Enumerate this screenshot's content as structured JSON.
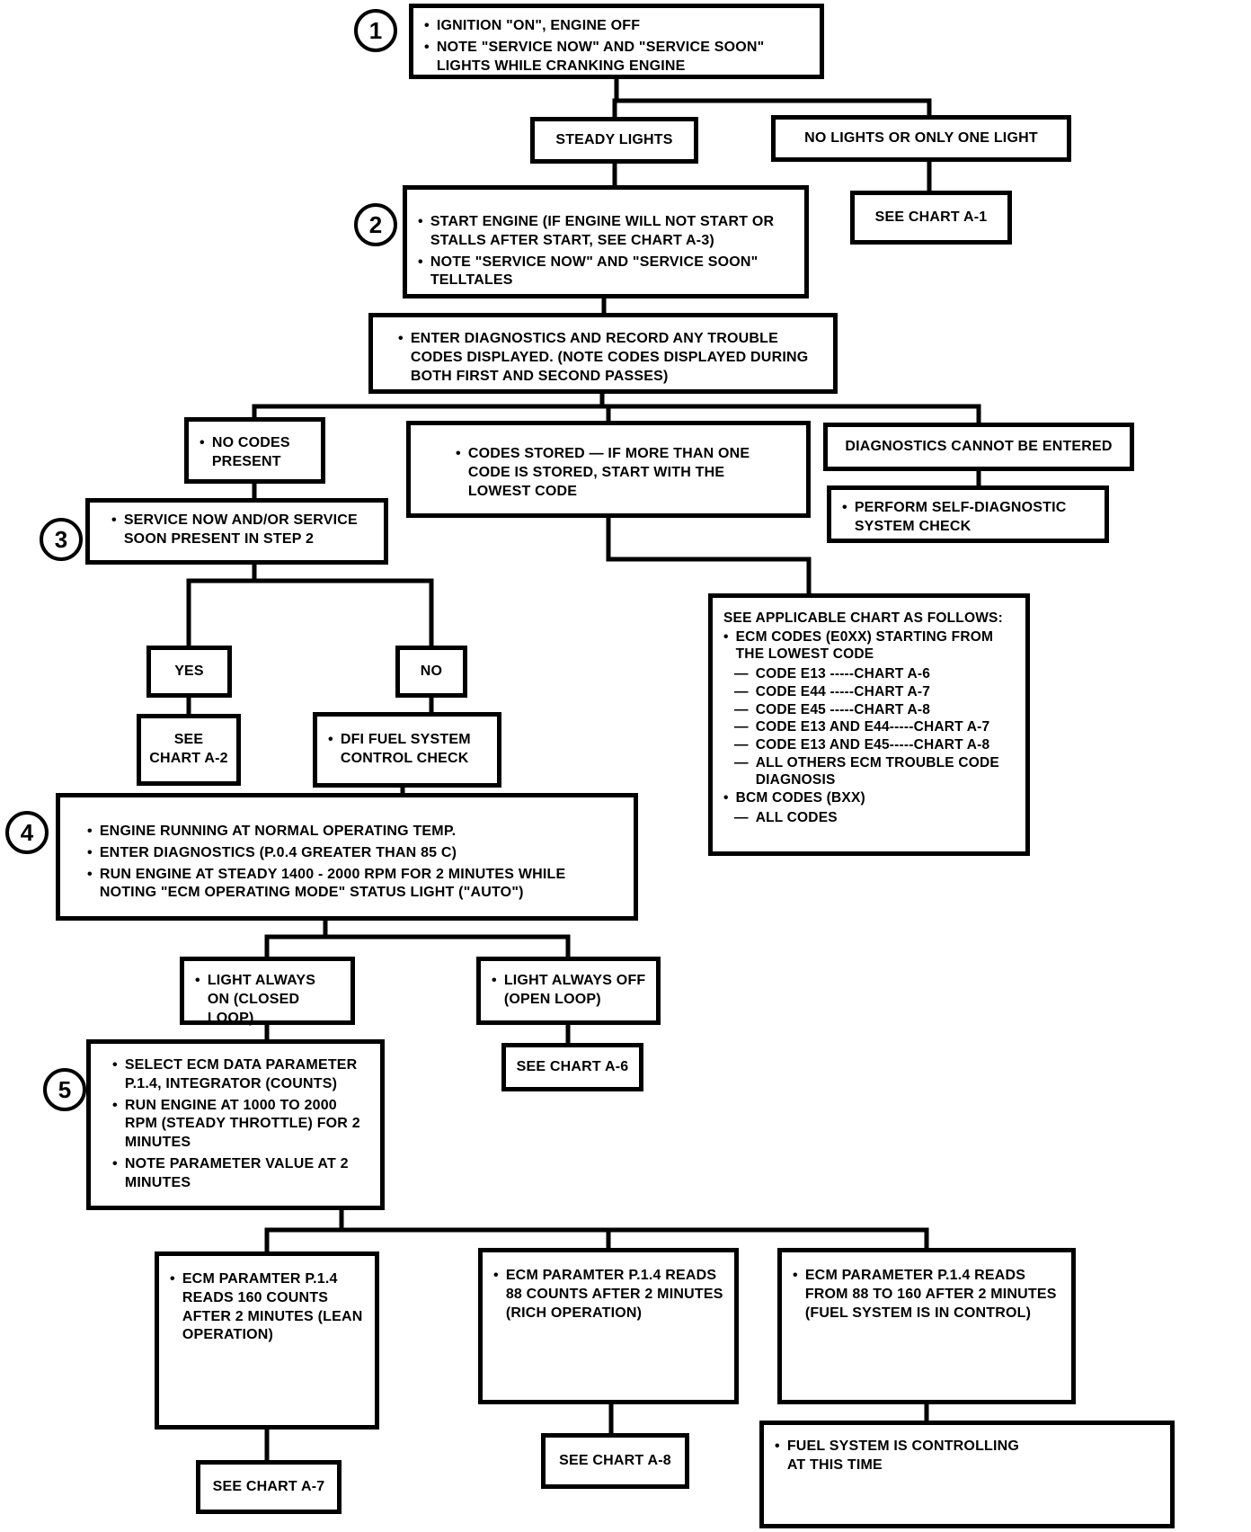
{
  "colors": {
    "ink": "#000000",
    "paper": "#ffffff"
  },
  "steps": [
    "1",
    "2",
    "3",
    "4",
    "5"
  ],
  "nodes": {
    "ignition_on": {
      "bullets": [
        "IGNITION \"ON\", ENGINE OFF",
        "NOTE \"SERVICE NOW\" AND \"SERVICE SOON\" LIGHTS WHILE CRANKING ENGINE"
      ]
    },
    "steady_lights": {
      "label": "STEADY LIGHTS"
    },
    "no_lights": {
      "label": "NO LIGHTS OR ONLY ONE LIGHT"
    },
    "see_chart_a1": {
      "label": "SEE CHART A-1"
    },
    "start_engine": {
      "bullets": [
        "START ENGINE (IF ENGINE WILL NOT START OR STALLS AFTER START, SEE CHART A-3)",
        "NOTE \"SERVICE NOW\" AND \"SERVICE SOON\" TELLTALES"
      ]
    },
    "enter_diagnostics": {
      "bullets": [
        "ENTER DIAGNOSTICS AND RECORD ANY TROUBLE CODES DISPLAYED. (NOTE CODES DISPLAYED DURING BOTH FIRST AND SECOND PASSES)"
      ]
    },
    "no_codes": {
      "bullets": [
        "NO CODES PRESENT"
      ]
    },
    "codes_stored": {
      "bullets": [
        "CODES STORED — IF MORE THAN ONE CODE IS STORED, START WITH THE LOWEST CODE"
      ]
    },
    "diagnostics_cannot": {
      "label": "DIAGNOSTICS CANNOT BE ENTERED"
    },
    "perform_self_check": {
      "bullets": [
        "PERFORM SELF-DIAGNOSTIC SYSTEM CHECK"
      ]
    },
    "service_present": {
      "bullets": [
        "SERVICE NOW AND/OR SERVICE SOON PRESENT IN STEP 2"
      ]
    },
    "yes": {
      "label": "YES"
    },
    "no": {
      "label": "NO"
    },
    "see_chart_a2": {
      "label": "SEE CHART A-2"
    },
    "dfi_check": {
      "bullets": [
        "DFI FUEL SYSTEM CONTROL CHECK"
      ]
    },
    "see_applicable": {
      "lines": [
        {
          "type": "plain",
          "text": "SEE APPLICABLE CHART AS FOLLOWS:"
        },
        {
          "type": "bullet",
          "text": "ECM CODES (E0XX) STARTING FROM THE LOWEST CODE"
        },
        {
          "type": "dash",
          "text": "CODE E13 -----CHART A-6"
        },
        {
          "type": "dash",
          "text": "CODE E44 -----CHART A-7"
        },
        {
          "type": "dash",
          "text": "CODE E45 -----CHART A-8"
        },
        {
          "type": "dash",
          "text": "CODE E13 AND E44-----CHART A-7"
        },
        {
          "type": "dash",
          "text": "CODE E13 AND E45-----CHART A-8"
        },
        {
          "type": "dash",
          "text": "ALL OTHERS ECM TROUBLE CODE DIAGNOSIS"
        },
        {
          "type": "bullet",
          "text": "BCM CODES (BXX)"
        },
        {
          "type": "dash",
          "text": "ALL CODES"
        }
      ]
    },
    "engine_running": {
      "bullets": [
        "ENGINE RUNNING AT NORMAL OPERATING TEMP.",
        "ENTER DIAGNOSTICS (P.0.4 GREATER THAN 85 C)",
        "RUN ENGINE AT STEADY 1400 - 2000 RPM FOR 2 MINUTES WHILE NOTING \"ECM OPERATING MODE\" STATUS LIGHT (\"AUTO\")"
      ]
    },
    "light_on": {
      "bullets": [
        "LIGHT ALWAYS ON (CLOSED LOOP)"
      ]
    },
    "light_off": {
      "bullets": [
        "LIGHT ALWAYS OFF (OPEN LOOP)"
      ]
    },
    "see_chart_a6": {
      "label": "SEE CHART A-6"
    },
    "select_parameter": {
      "bullets": [
        "SELECT ECM DATA PARAMETER P.1.4, INTEGRATOR (COUNTS)",
        "RUN ENGINE AT 1000 TO 2000 RPM (STEADY THROTTLE) FOR 2 MINUTES",
        "NOTE PARAMETER VALUE AT 2 MINUTES"
      ]
    },
    "reads_160": {
      "bullets": [
        "ECM PARAMTER P.1.4 READS 160 COUNTS AFTER 2 MINUTES (LEAN OPERATION)"
      ]
    },
    "reads_88": {
      "bullets": [
        "ECM PARAMTER P.1.4 READS 88 COUNTS AFTER 2 MINUTES (RICH OPERATION)"
      ]
    },
    "reads_88_160": {
      "bullets": [
        "ECM PARAMETER P.1.4 READS FROM 88 TO 160 AFTER 2 MINUTES (FUEL SYSTEM IS IN CONTROL)"
      ]
    },
    "see_chart_a7": {
      "label": "SEE CHART A-7"
    },
    "see_chart_a8": {
      "label": "SEE CHART A-8"
    },
    "fuel_controlling": {
      "bullets": [
        "FUEL SYSTEM IS CONTROLLING AT THIS TIME"
      ]
    }
  }
}
